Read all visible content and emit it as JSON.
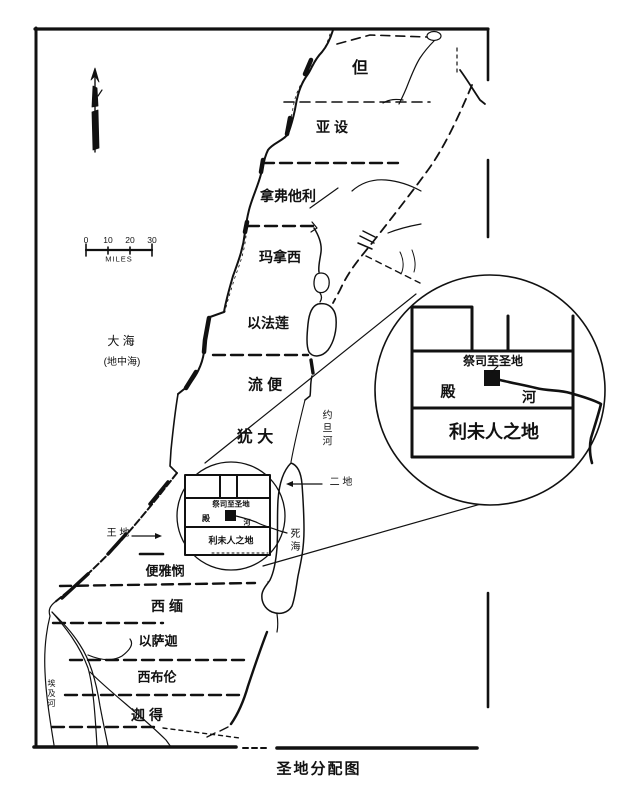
{
  "caption": "圣地分配图",
  "scale_bar": {
    "ticks": [
      "0",
      "10",
      "20",
      "30"
    ],
    "unit": "MILES"
  },
  "sea": {
    "name": "大 海",
    "paren": "(地中海)"
  },
  "waters": {
    "jordan": "约旦河",
    "dead_sea": "死海",
    "egypt_river": "埃及河"
  },
  "regions": {
    "dan": "但",
    "asher": "亚 设",
    "naphtali": "拿弗他利",
    "manasseh": "玛拿西",
    "ephraim": "以法莲",
    "reuben": "流 便",
    "judah": "犹 大",
    "benjamin": "便雅悯",
    "simeon": "西 缅",
    "issachar": "以萨迦",
    "zebulun": "西布伦",
    "gad": "迦 得"
  },
  "annotations": {
    "royal_land": "王 地",
    "second_land": "二 地"
  },
  "inset_large": {
    "holy_district": "祭司至圣地",
    "temple": "殿",
    "river": "河",
    "levites": "利未人之地"
  },
  "inset_small": {
    "holy_district": "祭司至圣地",
    "temple": "殿",
    "river": "河",
    "levites": "利未人之地"
  },
  "colors": {
    "ink": "#111111",
    "background": "#ffffff"
  }
}
